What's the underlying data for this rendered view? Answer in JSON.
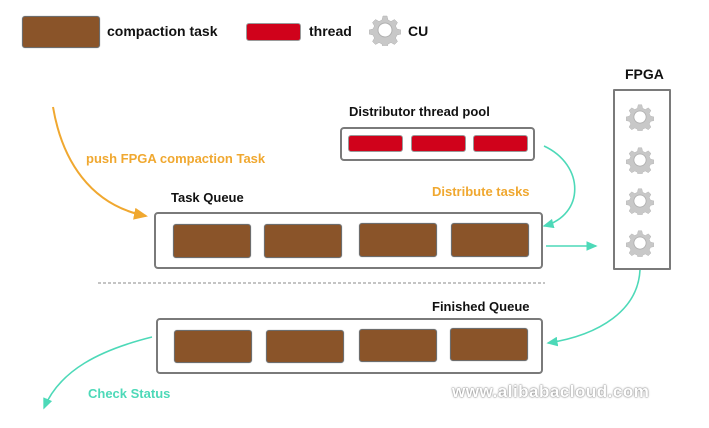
{
  "legend": {
    "compaction_task": "compaction task",
    "thread": "thread",
    "cu": "CU"
  },
  "fpga": {
    "title": "FPGA",
    "cu_count": 4
  },
  "distributor": {
    "title": "Distributor thread pool",
    "thread_count": 3
  },
  "task_queue": {
    "title": "Task Queue",
    "task_count": 4
  },
  "finished_queue": {
    "title": "Finished Queue",
    "task_count": 4
  },
  "arrows": {
    "push": "push FPGA compaction Task",
    "distribute": "Distribute tasks",
    "check": "Check Status"
  },
  "watermark": "www.alibabacloud.com",
  "colors": {
    "task": "#8a5429",
    "thread": "#d0021b",
    "orange_arrow": "#f0a830",
    "teal_arrow": "#4dd9b8",
    "gear": "#c8c8c8"
  }
}
